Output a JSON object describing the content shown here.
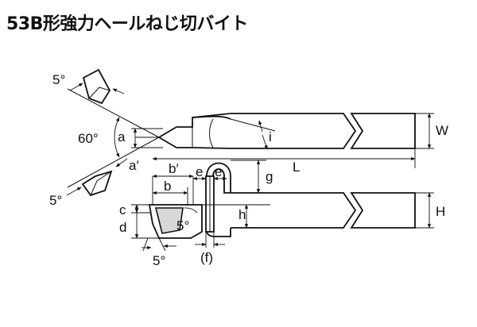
{
  "title": "53B形強力ヘールねじ切バイト",
  "labels": {
    "angle_top": "5°",
    "angle_60": "60°",
    "angle_left": "5°",
    "angle_bottom": "5°",
    "angle_inner": "5°",
    "a": "a",
    "a_prime": "a′",
    "b": "b",
    "b_prime": "b′",
    "e1": "e",
    "e2": "e",
    "g": "g",
    "h": "h",
    "i": "i",
    "L": "L",
    "W": "W",
    "H": "H",
    "c": "c",
    "d": "d",
    "f": "(f)"
  }
}
